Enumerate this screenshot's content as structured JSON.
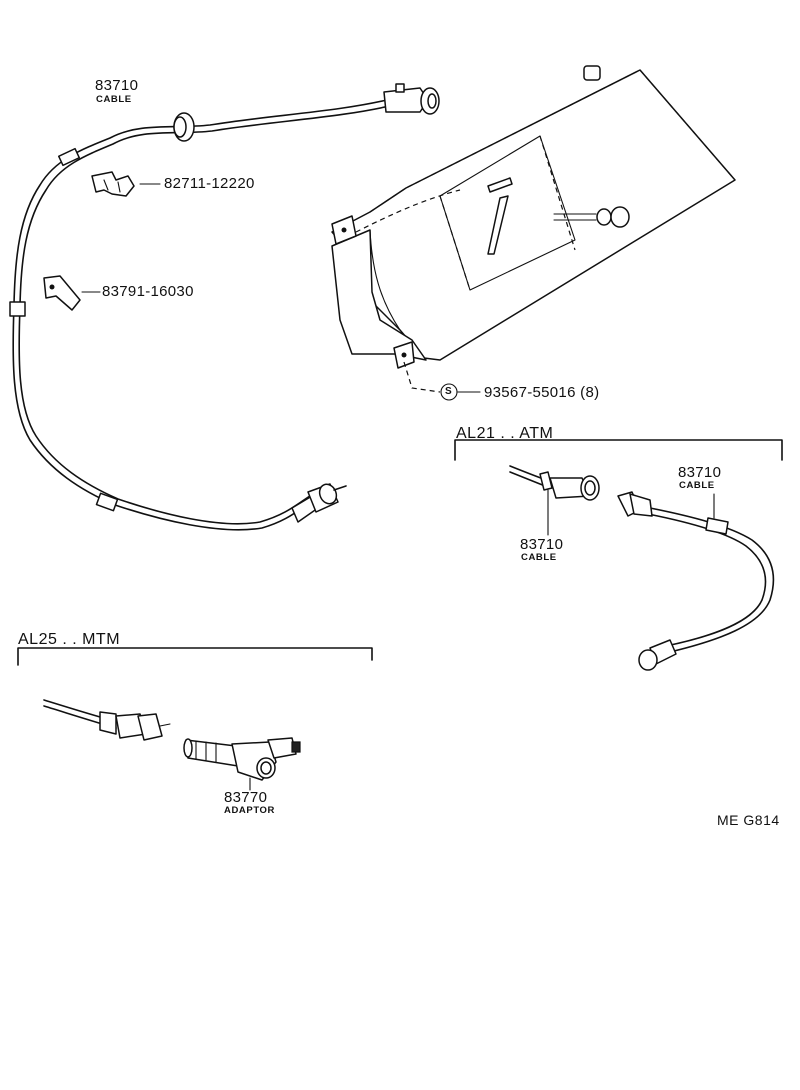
{
  "labels": {
    "main_cable_number": "83710",
    "main_cable_name": "CABLE",
    "clip_part": "82711-12220",
    "clamp_part": "83791-16030",
    "screw_symbol": "S",
    "screw_part": "93567-55016 (8)",
    "atm_group": "AL21 . . ATM",
    "atm_cable_left_number": "83710",
    "atm_cable_left_name": "CABLE",
    "atm_cable_right_number": "83710",
    "atm_cable_right_name": "CABLE",
    "mtm_group": "AL25 . . MTM",
    "adaptor_number": "83770",
    "adaptor_name": "ADAPTOR",
    "figure_code": "ME  G814"
  }
}
